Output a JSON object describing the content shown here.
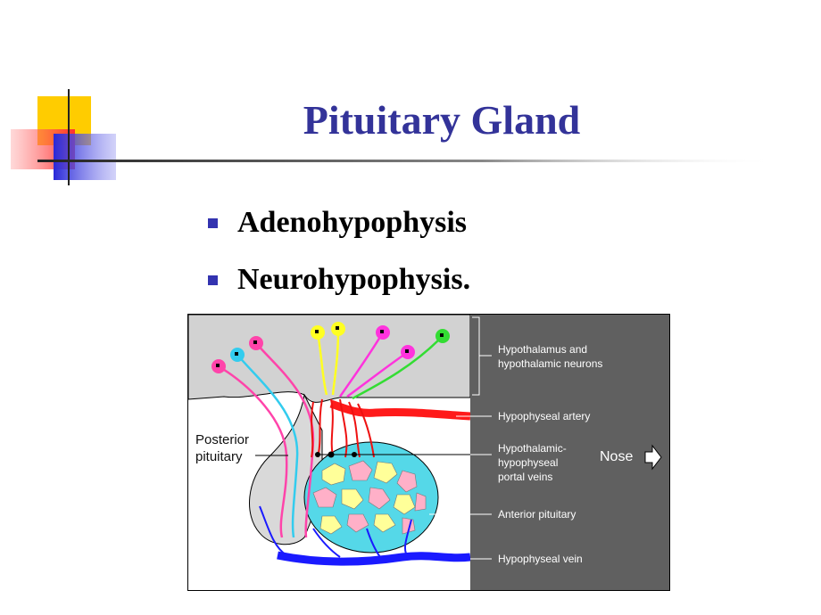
{
  "slide": {
    "title": "Pituitary Gland",
    "bullets": [
      {
        "label": "Adenohypophysis"
      },
      {
        "label": "Neurohypophysis."
      }
    ]
  },
  "diagram": {
    "labels": {
      "hypothalamus": [
        "Hypothalamus and",
        "hypothalamic neurons"
      ],
      "artery": "Hypophyseal artery",
      "portal": [
        "Hypothalamic-",
        "hypophyseal",
        "portal veins"
      ],
      "nose": "Nose",
      "anterior": "Anterior pituitary",
      "vein": "Hypophyseal vein",
      "posterior": [
        "Posterior",
        "pituitary"
      ]
    },
    "colors": {
      "title": "#333399",
      "bullet_marker": "#3333b0",
      "label_panel": "#606060",
      "hypothalamus_bg": "#d2d2d2",
      "artery": "#ff1a1a",
      "vein": "#1a1aff",
      "anterior_lobe": "#55d8e8",
      "posterior_lobe": "#d9d9d9"
    },
    "icons": [
      "nose-arrow-icon",
      "neuron-icon"
    ]
  }
}
